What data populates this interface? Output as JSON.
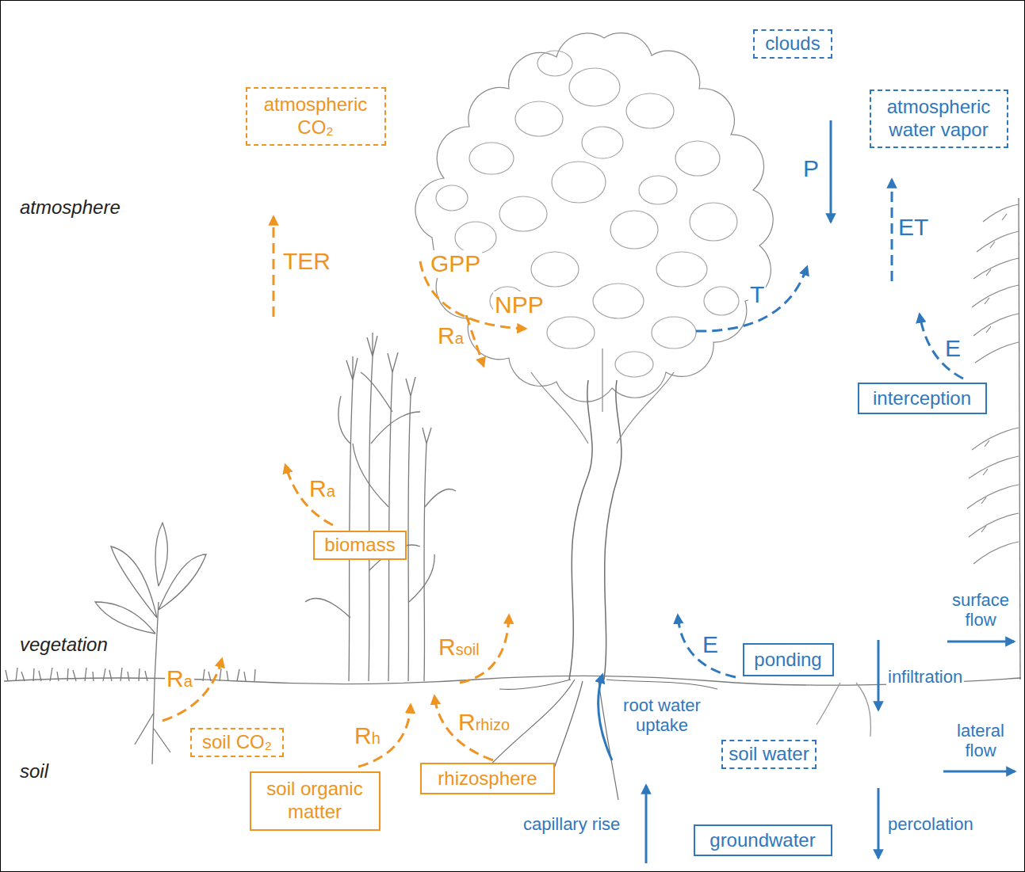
{
  "diagram": {
    "nodes": [
      {
        "text": [
          "clouds"
        ]
      },
      {
        "text": [
          "atmospheric CO₂"
        ]
      },
      {
        "text": [
          "atmospheric water vapor"
        ]
      },
      {
        "text": [
          "interception"
        ]
      },
      {
        "text": [
          "biomass"
        ]
      },
      {
        "text": [
          "ponding"
        ]
      },
      {
        "text": [
          "soil CO₂"
        ]
      },
      {
        "text": [
          "soil water"
        ]
      },
      {
        "text": [
          "rhizosphere"
        ]
      },
      {
        "text": [
          "soil organic matter"
        ]
      },
      {
        "text": [
          "groundwater"
        ]
      }
    ],
    "labels": [
      "atmosphere",
      "TER",
      "GPP",
      "NPP",
      "Ra",
      "P",
      "ET",
      "T",
      "E",
      "Ra",
      "surface flow",
      "vegetation",
      "Rsoil",
      "E",
      "Ra",
      "infiltration",
      "root water uptake",
      "Rrhizo",
      "Rh",
      "lateral flow",
      "soil",
      "capillary rise",
      "percolation"
    ]
  }
}
